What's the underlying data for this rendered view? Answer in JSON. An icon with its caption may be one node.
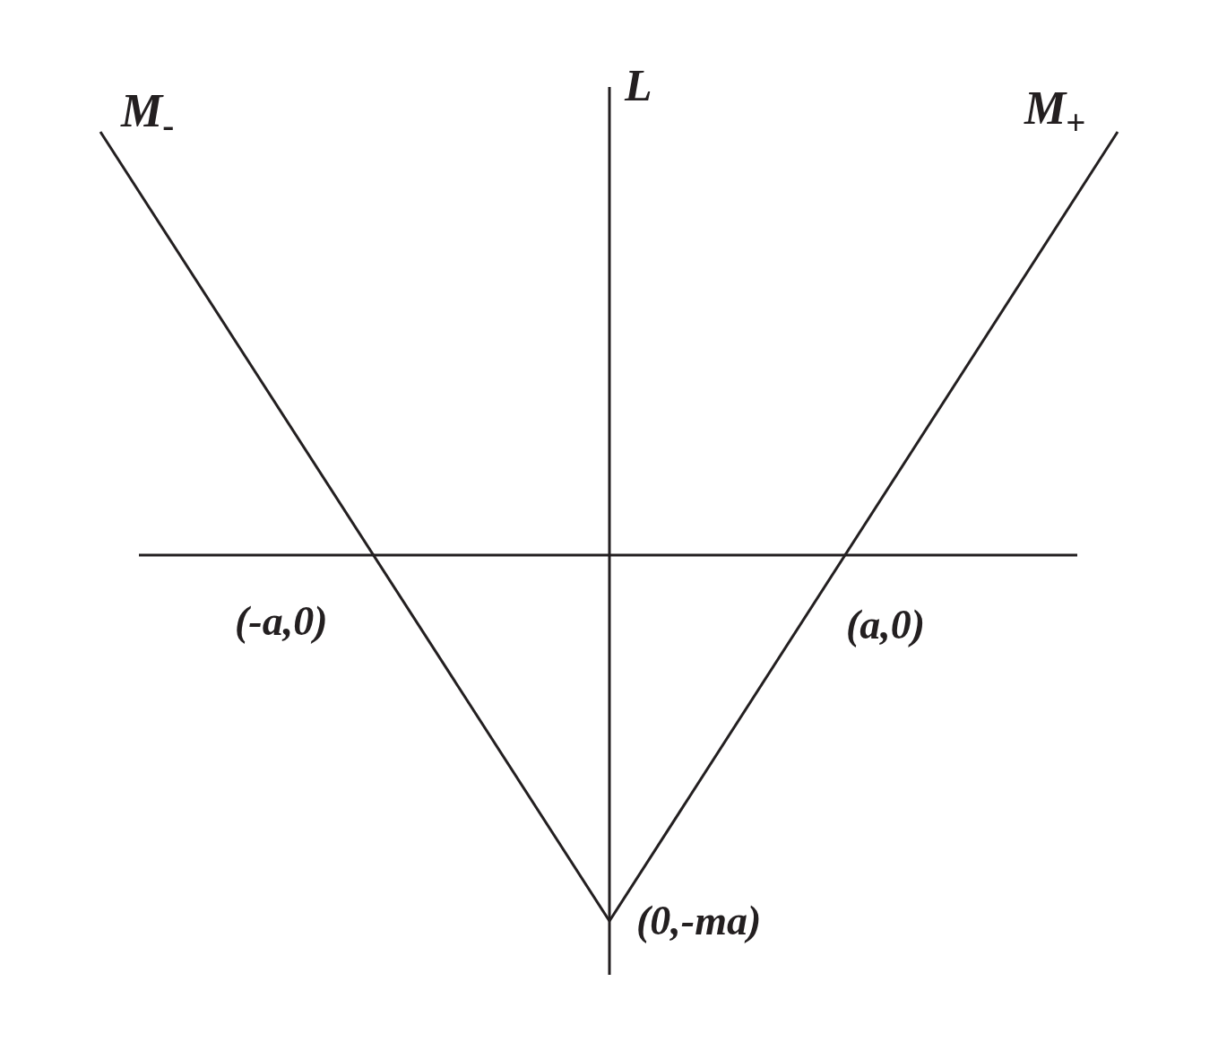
{
  "diagram": {
    "labels": [
      "M$_{-}$",
      "L",
      "M$_{+}$",
      "(-a,0)",
      "(a,0)",
      "(0,-ma)"
    ]
  }
}
